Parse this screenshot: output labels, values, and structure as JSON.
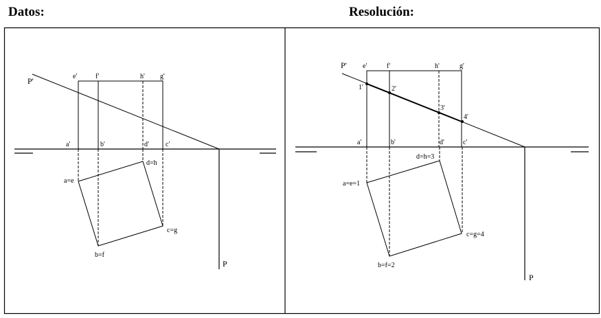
{
  "titles": {
    "datos": "Datos:",
    "resolucion": "Resolución:"
  },
  "datos": {
    "plane_front": "P'",
    "plane_top": "P",
    "front_top": [
      "e'",
      "f'",
      "h'",
      "g'"
    ],
    "front_base": [
      "a'",
      "b'",
      "d'",
      "c'"
    ],
    "top_view": {
      "ae": "a=e",
      "dh": "d=h",
      "cg": "c=g",
      "bf": "b=f"
    }
  },
  "resolucion": {
    "plane_front": "P'",
    "plane_top": "P",
    "front_top": [
      "e'",
      "f'",
      "h'",
      "g'"
    ],
    "front_base": [
      "a'",
      "b'",
      "d'",
      "c'"
    ],
    "intersections": [
      "1'",
      "2'",
      "3'",
      "4'"
    ],
    "top_view": {
      "ae": "a=e=1",
      "dh": "d=h=3",
      "cg": "c=g=4",
      "bf": "b=f=2"
    }
  }
}
